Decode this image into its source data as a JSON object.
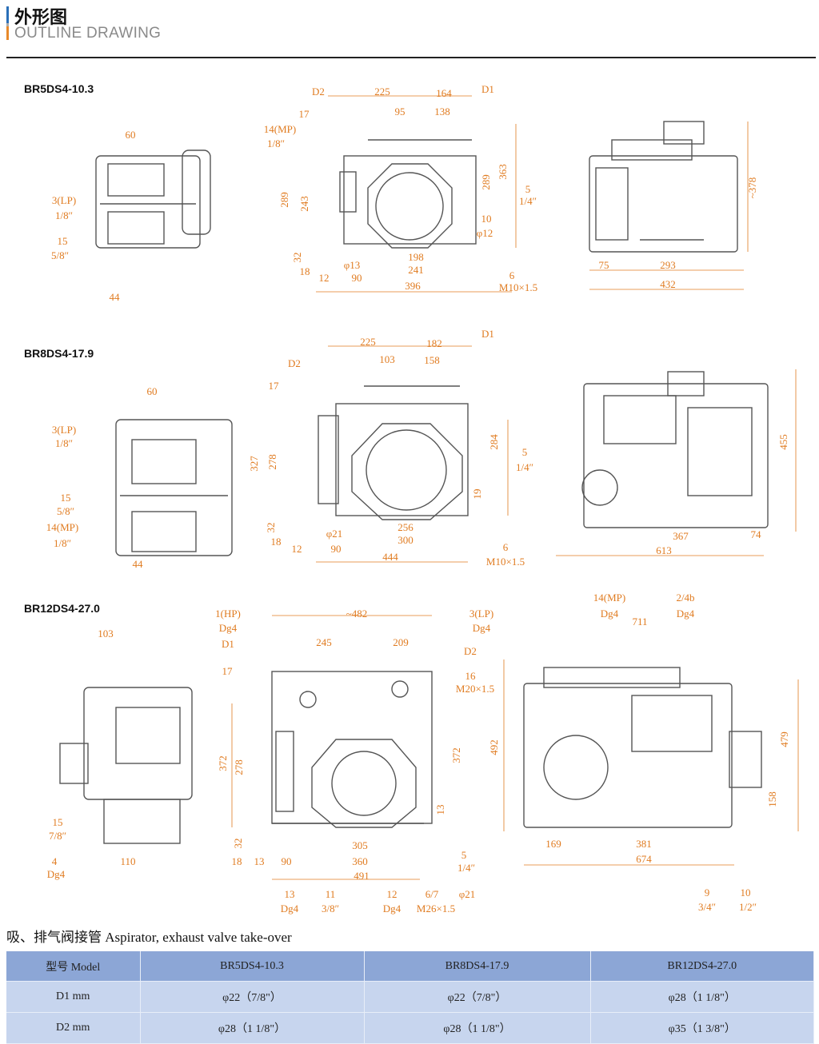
{
  "header": {
    "title_cn": "外形图",
    "title_en": "OUTLINE  DRAWING"
  },
  "colors": {
    "dimension": "#e07b20",
    "outline": "#555555",
    "table_head": "#8ca6d6",
    "table_body": "#c7d5ee"
  },
  "drawings": [
    {
      "model": "BR5DS4-10.3",
      "labels": [
        "60",
        "3(LP)",
        "1/8″",
        "15",
        "5/8″",
        "44",
        "D2",
        "225",
        "164",
        "D1",
        "17",
        "95",
        "138",
        "14(MP)",
        "1/8″",
        "289",
        "243",
        "363",
        "289",
        "5",
        "1/4″",
        "10",
        "φ12",
        "32",
        "18",
        "φ13",
        "198",
        "241",
        "12",
        "90",
        "6",
        "M10×1.5",
        "396",
        "~378",
        "75",
        "293",
        "432"
      ]
    },
    {
      "model": "BR8DS4-17.9",
      "labels": [
        "60",
        "3(LP)",
        "1/8″",
        "15",
        "5/8″",
        "14(MP)",
        "1/8″",
        "44",
        "225",
        "182",
        "D1",
        "D2",
        "103",
        "158",
        "17",
        "327",
        "278",
        "284",
        "5",
        "1/4″",
        "19",
        "32",
        "φ21",
        "256",
        "18",
        "300",
        "12",
        "90",
        "6",
        "M10×1.5",
        "444",
        "455",
        "367",
        "74",
        "613"
      ]
    },
    {
      "model": "BR12DS4-27.0",
      "labels": [
        "103",
        "15",
        "7/8″",
        "4",
        "Dg4",
        "110",
        "1(HP)",
        "Dg4",
        "~482",
        "3(LP)",
        "Dg4",
        "D1",
        "245",
        "209",
        "D2",
        "17",
        "16",
        "M20×1.5",
        "372",
        "278",
        "372",
        "13",
        "32",
        "305",
        "5",
        "1/4″",
        "18",
        "13",
        "90",
        "360",
        "491",
        "13",
        "Dg4",
        "11",
        "3/8″",
        "12",
        "Dg4",
        "6/7",
        "M26×1.5",
        "φ21",
        "14(MP)",
        "Dg4",
        "2/4b",
        "Dg4",
        "711",
        "492",
        "479",
        "158",
        "169",
        "381",
        "674",
        "9",
        "3/4″",
        "10",
        "1/2″"
      ]
    }
  ],
  "table": {
    "title": "吸、排气阀接管  Aspirator, exhaust valve take-over",
    "header": [
      "型号 Model",
      "BR5DS4-10.3",
      "BR8DS4-17.9",
      "BR12DS4-27.0"
    ],
    "rows": [
      [
        "D1   mm",
        "φ22（7/8\"）",
        "φ22（7/8\"）",
        "φ28（1 1/8\"）"
      ],
      [
        "D2   mm",
        "φ28（1 1/8\"）",
        "φ28（1 1/8\"）",
        "φ35（1 3/8\"）"
      ]
    ]
  }
}
